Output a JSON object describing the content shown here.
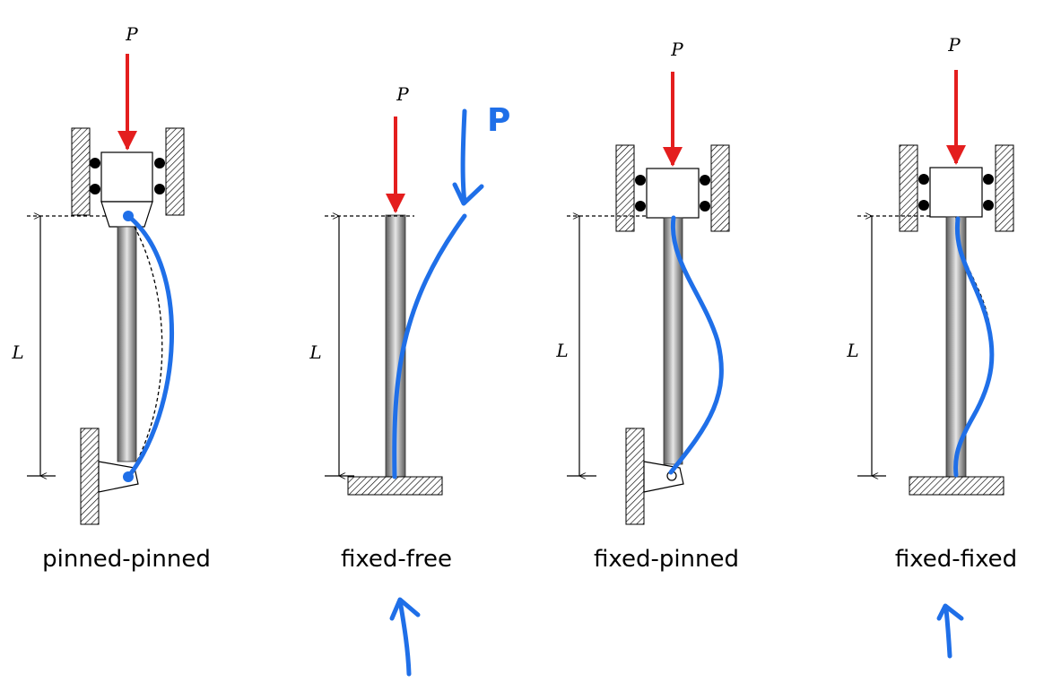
{
  "load_symbol": "P",
  "length_symbol": "L",
  "handwritten_note": "P",
  "cases": [
    {
      "id": "pinned-pinned",
      "title": "pinned-pinned"
    },
    {
      "id": "fixed-free",
      "title": "fixed-free"
    },
    {
      "id": "fixed-pinned",
      "title": "fixed-pinned"
    },
    {
      "id": "fixed-fixed",
      "title": "fixed-fixed"
    }
  ],
  "colors": {
    "load_arrow": "#e41e1e",
    "annotation_ink": "#1f6fe8",
    "column_dark": "#5a5a5a",
    "column_light": "#e6e6e6"
  },
  "icons": [
    "load-arrow-icon",
    "roller-guide-icon",
    "pin-support-icon",
    "fixed-ground-icon",
    "hand-drawn-arrow-icon"
  ]
}
